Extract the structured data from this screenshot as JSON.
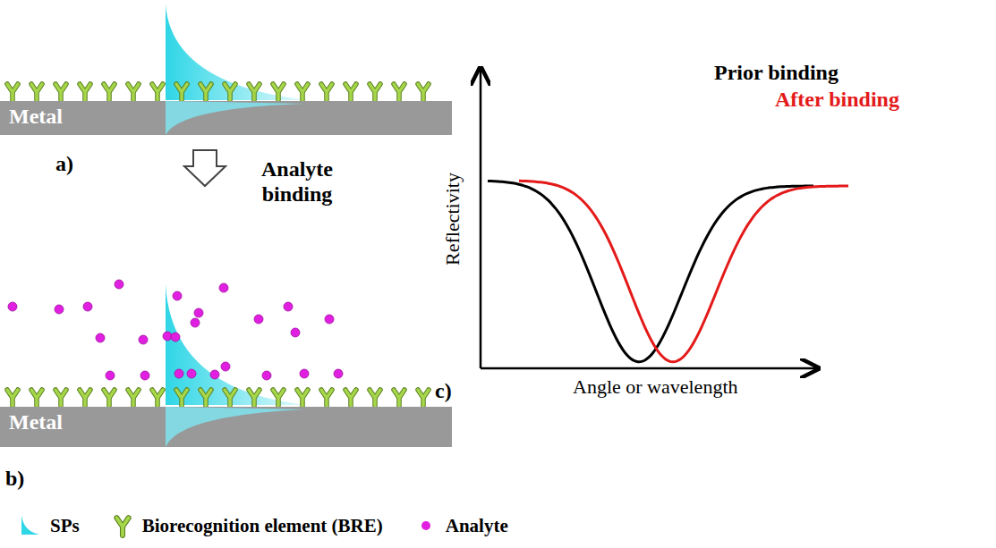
{
  "diagram": {
    "nodes": [
      {
        "text": [
          "Metal"
        ]
      },
      {
        "text": [
          "Metal"
        ]
      }
    ],
    "labels": [
      "a)",
      "Analyte binding",
      "b)",
      "c)",
      "Reflectivity",
      "Angle or wavelength",
      "Prior binding",
      "After binding"
    ],
    "legend": [
      {
        "text": "SPs"
      },
      {
        "text": "Biorecognition element (BRE)"
      },
      {
        "text": "Analyte"
      }
    ]
  }
}
